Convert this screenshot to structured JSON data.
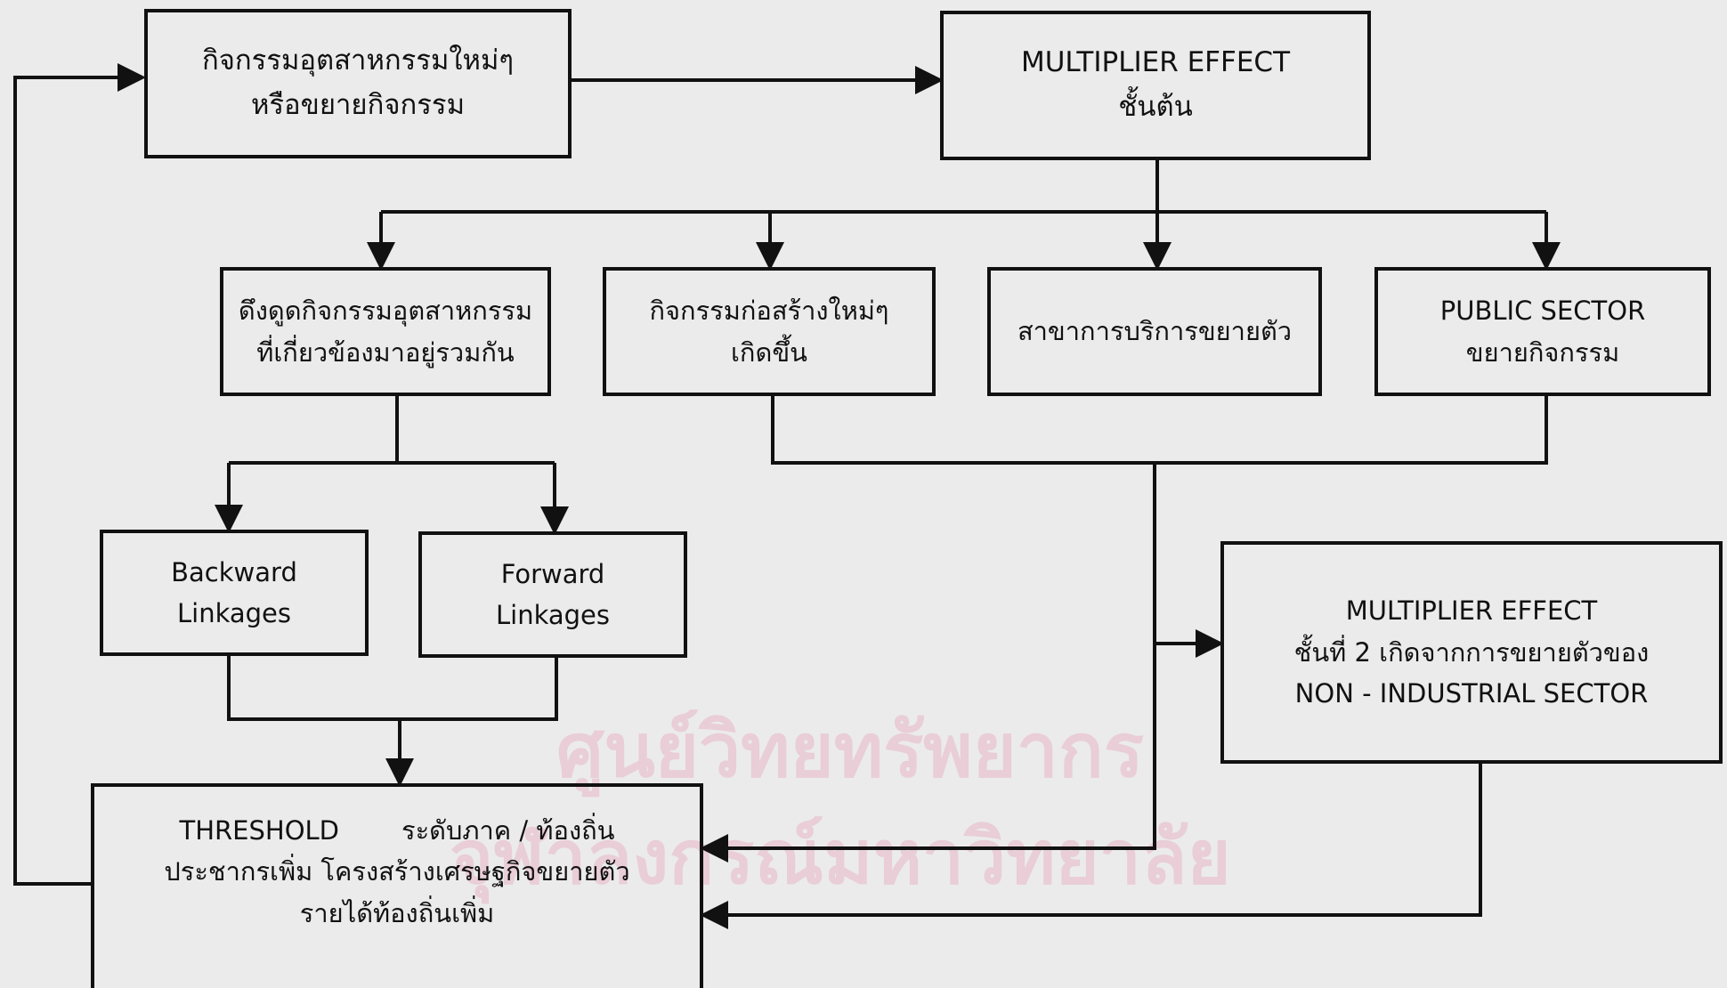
{
  "nodes": {
    "new_industry": {
      "line1": "กิจกรรมอุตสาหกรรมใหม่ๆ",
      "line2": "หรือขยายกิจกรรม"
    },
    "mult_initial": {
      "line1": "MULTIPLIER   EFFECT",
      "line2": "ชั้นต้น"
    },
    "attract_related": {
      "line1": "ดึงดูดกิจกรรมอุตสาหกรรม",
      "line2": "ที่เกี่ยวข้องมาอยู่รวมกัน"
    },
    "new_construction": {
      "line1": "กิจกรรมก่อสร้างใหม่ๆ",
      "line2": "เกิดขึ้น"
    },
    "services_expand": {
      "line1": "สาขาการบริการขยายตัว"
    },
    "public_sector": {
      "line1": "PUBLIC   SECTOR",
      "line2": "ขยายกิจกรรม"
    },
    "backward": {
      "line1": "Backward",
      "line2": "Linkages"
    },
    "forward": {
      "line1": "Forward",
      "line2": "Linkages"
    },
    "mult_second": {
      "line1": "MULTIPLIER   EFFECT",
      "line2": "ชั้นที่ 2 เกิดจากการขยายตัวของ",
      "line3": "NON  -  INDUSTRIAL SECTOR"
    },
    "threshold": {
      "title": "THRESHOLD",
      "scope": "ระดับภาค / ท้องถิ่น",
      "line2": "ประชากรเพิ่ม โครงสร้างเศรษฐกิจขยายตัว",
      "line3": "รายได้ท้องถิ่นเพิ่ม"
    }
  },
  "watermark": {
    "line1": "ศูนย์วิทยทรัพยากร",
    "line2": "จุฬาลงกรณ์มหาวิทยาลัย"
  },
  "colors": {
    "line": "#111111",
    "background": "#ebebeb",
    "watermark": "#e8b6c8"
  }
}
